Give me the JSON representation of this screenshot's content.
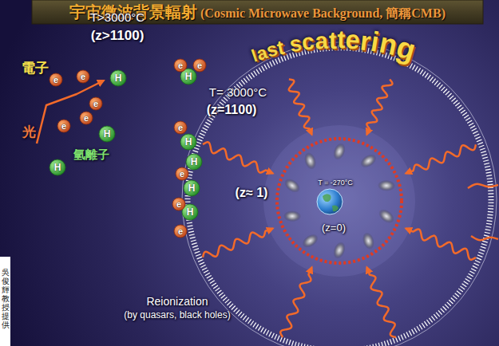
{
  "diagram": {
    "title": "宇宙微波背景輻射 (Cosmic Microwave Background, 簡稱CMB)",
    "labels": [
      "T>3000°C",
      "(z>1100)",
      "電子",
      "光",
      "氫離子",
      "T= 3000°C",
      "(z=1100)",
      "last scattering",
      "T = -270°C",
      "(z≈ 1)",
      "(z=0)",
      "Reionization",
      "(by quasars, black holes)",
      "吳俊輝教授提供",
      "e",
      "e",
      "e",
      "e",
      "e",
      "H",
      "H",
      "H",
      "H",
      "H",
      "H",
      "H",
      "H",
      "e",
      "e",
      "e",
      "e",
      "e",
      "e"
    ]
  }
}
